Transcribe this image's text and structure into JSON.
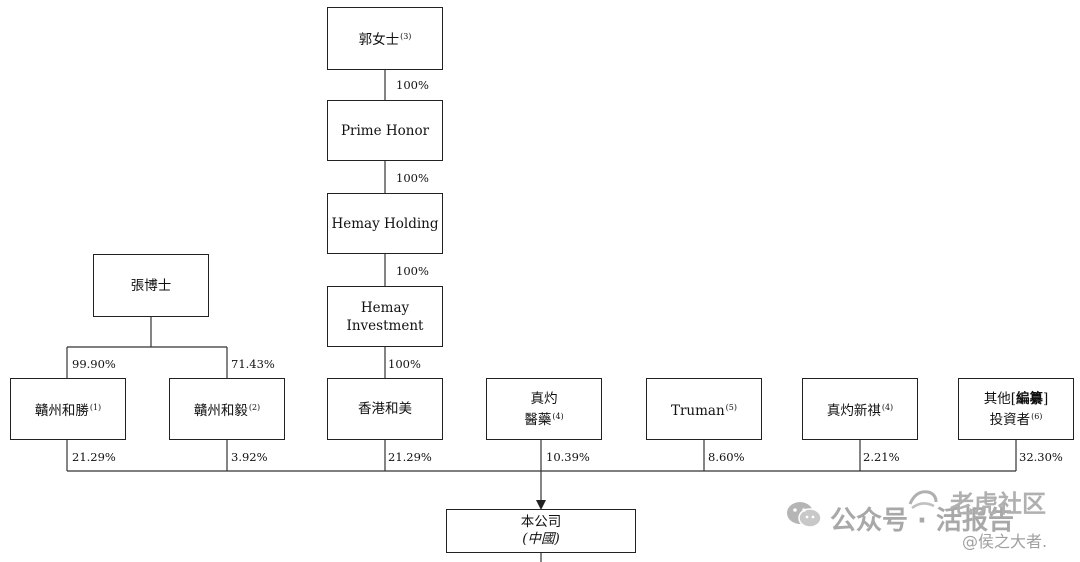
{
  "nodes": {
    "guo": {
      "label": "郭女士",
      "note": "(3)"
    },
    "prime_honor": {
      "label": "Prime Honor"
    },
    "hemay_holding": {
      "label": "Hemay Holding"
    },
    "zhang": {
      "label": "張博士"
    },
    "hemay_investment": {
      "line1": "Hemay",
      "line2": "Investment"
    },
    "ganzhou_hesheng": {
      "label": "贛州和勝",
      "note": "(1)"
    },
    "ganzhou_heyi": {
      "label": "贛州和毅",
      "note": "(2)"
    },
    "hk_hemay": {
      "label": "香港和美"
    },
    "zhenzhuo_pharma": {
      "line1": "真灼",
      "line2": "醫藥",
      "note": "(4)"
    },
    "truman": {
      "label": "Truman",
      "note": "(5)"
    },
    "zhenzhuo_xinqi": {
      "label": "真灼新祺",
      "note": "(4)"
    },
    "other_investors": {
      "line1_pre": "其他[",
      "line1_bold": "編纂",
      "line1_post": "]",
      "line2": "投資者",
      "note": "(6)"
    },
    "company": {
      "line1": "本公司",
      "line2": "(中國)"
    }
  },
  "percentages": {
    "guo_prime": "100%",
    "prime_holding": "100%",
    "holding_investment": "100%",
    "investment_hk": "100%",
    "zhang_hesheng": "99.90%",
    "zhang_heyi": "71.43%",
    "hesheng_company": "21.29%",
    "heyi_company": "3.92%",
    "hk_company": "21.29%",
    "pharma_company": "10.39%",
    "truman_company": "8.60%",
    "xinqi_company": "2.21%",
    "others_company": "32.30%"
  },
  "watermark": {
    "channel": "公众号 · 活报告",
    "brand": "老虎社区",
    "handle": "@侯之大者."
  }
}
